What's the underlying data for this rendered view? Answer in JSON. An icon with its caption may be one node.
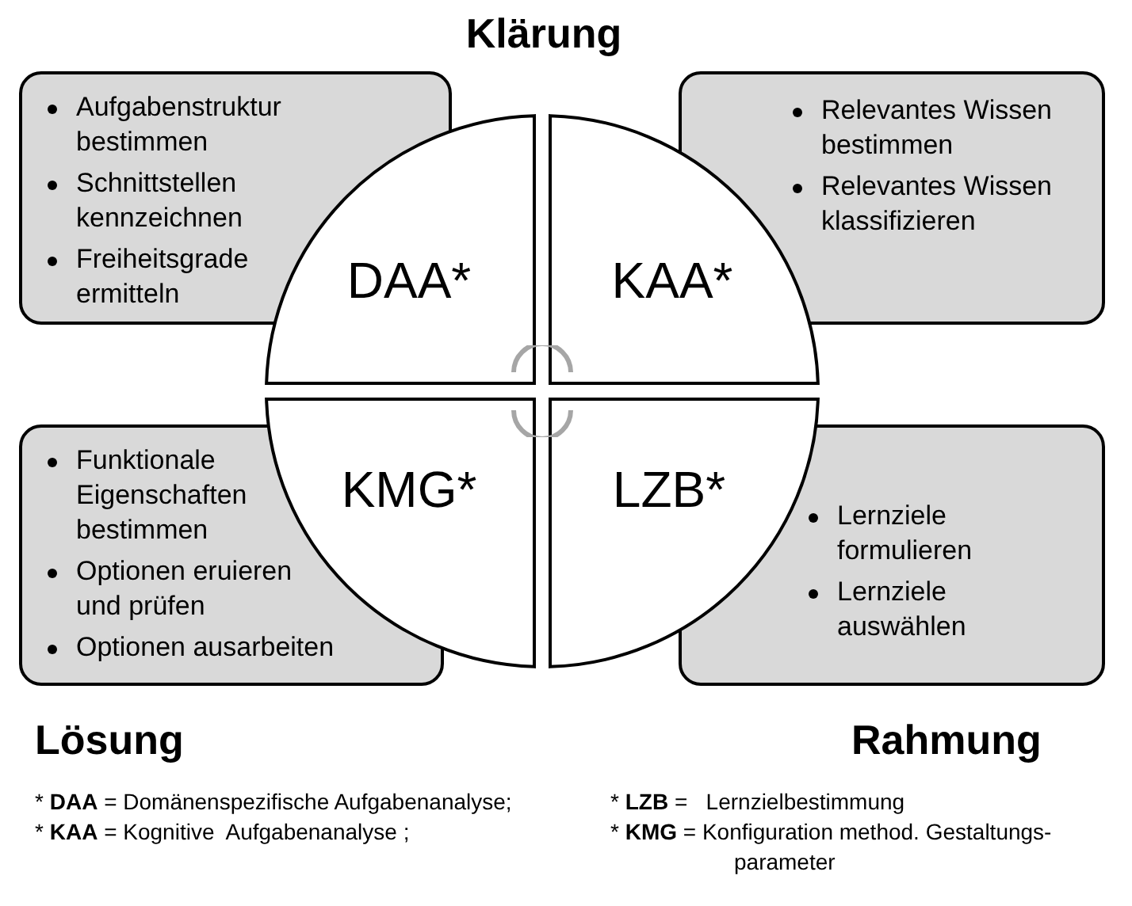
{
  "diagram": {
    "nodes": [
      {
        "text": [
          "Aufgabenstruktur bestimmen",
          "Schnittstellen kennzeichnen",
          "Freiheitsgrade ermitteln"
        ]
      },
      {
        "text": [
          "DAA*"
        ]
      },
      {
        "text": [
          "KAA*"
        ]
      },
      {
        "text": [
          "Relevantes Wissen bestimmen",
          "Relevantes Wissen klassifizieren"
        ]
      },
      {
        "text": [
          "Funktionale Eigenschaften bestimmen",
          "Optionen eruieren und prüfen",
          "Optionen ausarbeiten"
        ]
      },
      {
        "text": [
          "KMG*"
        ]
      },
      {
        "text": [
          "LZB*"
        ]
      },
      {
        "text": [
          "Lernziele formulieren",
          "Lernziele auswählen"
        ]
      }
    ],
    "edges": [],
    "labels": [
      "Klärung",
      "Lösung",
      "Rahmung",
      "* **DAA** = Domänenspezifische Aufgabenanalyse;",
      "* **LZB** =   Lernzielbestimmung",
      "* **KAA** = Kognitive  Aufgabenanalyse ;",
      "* **KMG** = Konfiguration method. Gestaltungs- parameter"
    ]
  }
}
